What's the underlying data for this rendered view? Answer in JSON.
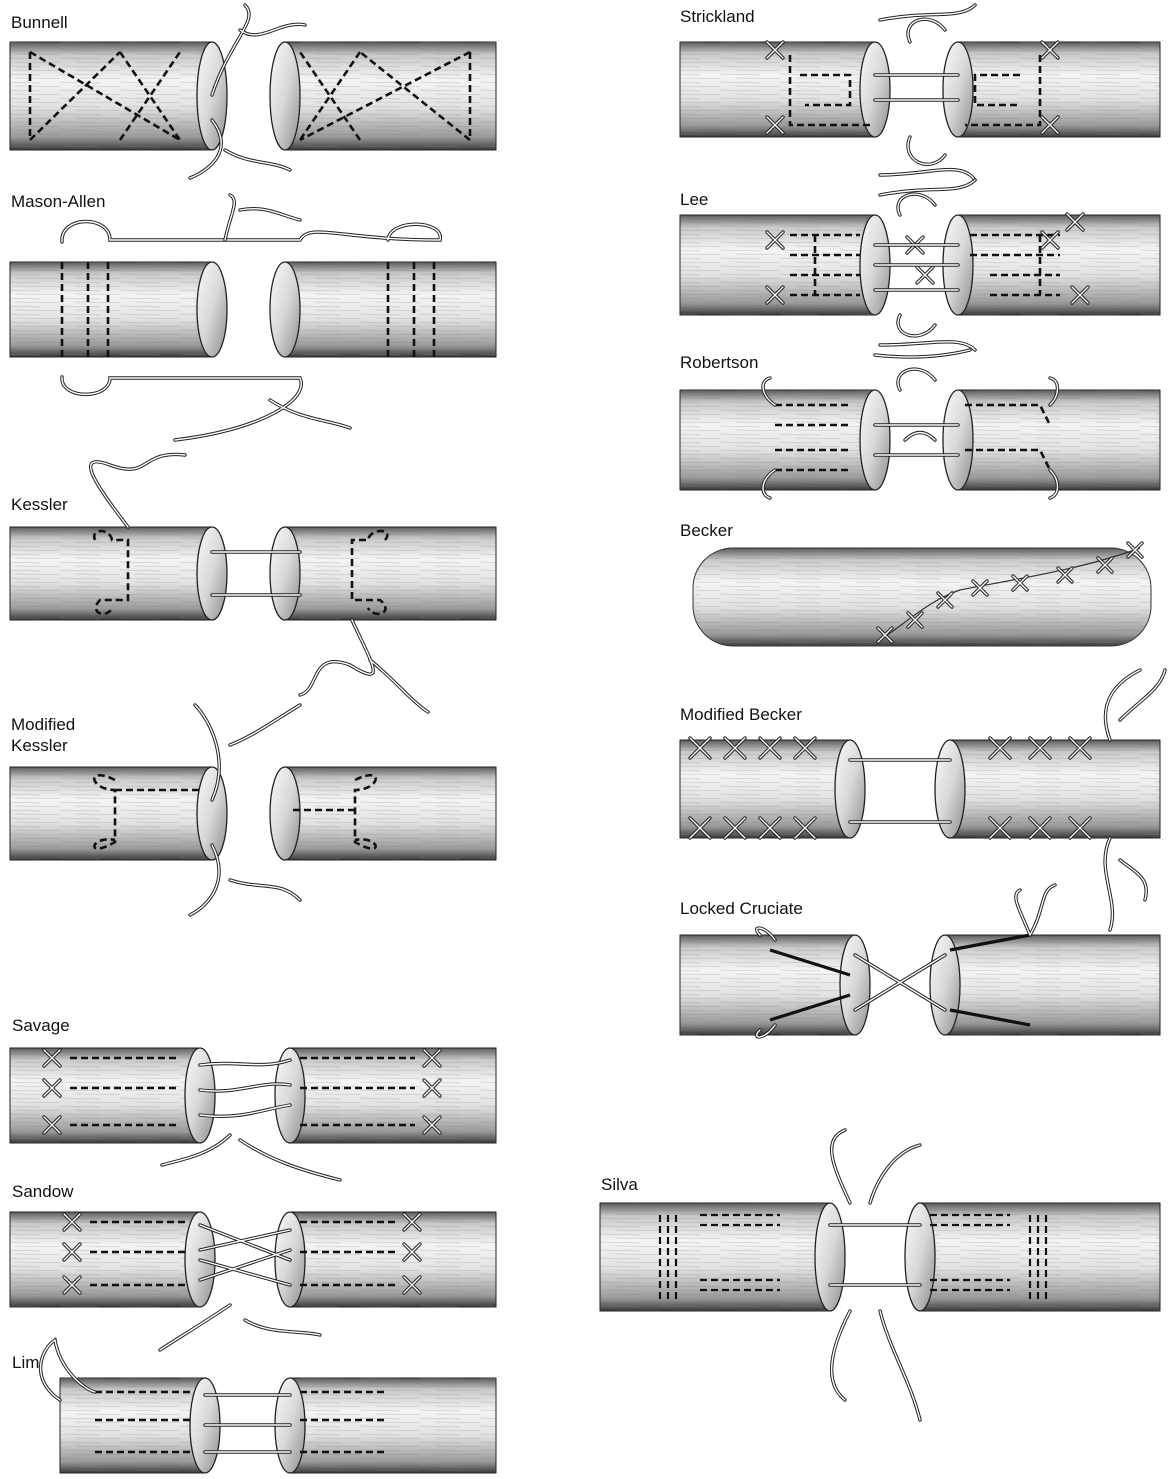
{
  "figure": {
    "techniques": [
      {
        "key": "bunnell",
        "label": "Bunnell"
      },
      {
        "key": "mason_allen",
        "label": "Mason-Allen"
      },
      {
        "key": "kessler",
        "label": "Kessler"
      },
      {
        "key": "modified_kessler",
        "label": "Modified\nKessler"
      },
      {
        "key": "savage",
        "label": "Savage"
      },
      {
        "key": "sandow",
        "label": "Sandow"
      },
      {
        "key": "lim",
        "label": "Lim"
      },
      {
        "key": "strickland",
        "label": "Strickland"
      },
      {
        "key": "lee",
        "label": "Lee"
      },
      {
        "key": "robertson",
        "label": "Robertson"
      },
      {
        "key": "becker",
        "label": "Becker"
      },
      {
        "key": "modified_becker",
        "label": "Modified Becker"
      },
      {
        "key": "locked_cruciate",
        "label": "Locked Cruciate"
      },
      {
        "key": "silva",
        "label": "Silva"
      }
    ]
  }
}
